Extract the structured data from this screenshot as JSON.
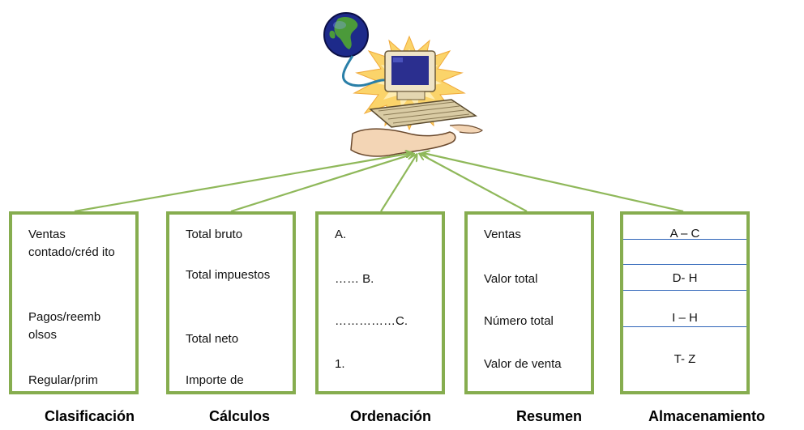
{
  "columns": [
    {
      "label": "Clasificación",
      "items": [
        "Ventas contado/créd ito",
        "Pagos/reemb olsos",
        "Regular/prim"
      ]
    },
    {
      "label": "Cálculos",
      "items": [
        "Total bruto",
        "Total impuestos",
        "Total neto",
        "Importe de"
      ]
    },
    {
      "label": "Ordenación",
      "items": [
        "A.",
        "…… B.",
        "……………C.",
        "1."
      ]
    },
    {
      "label": "Resumen",
      "items": [
        "Ventas",
        "Valor total",
        "Número total",
        "Valor de venta"
      ]
    },
    {
      "label": "Almacenamiento",
      "items": [
        "A – C",
        "D- H",
        "I – H",
        "T- Z"
      ]
    }
  ],
  "colors": {
    "box_border": "#86ad4f",
    "arrow": "#8fb85a",
    "divider": "#2e64b8"
  },
  "icons": [
    "globe-icon",
    "computer-icon"
  ]
}
